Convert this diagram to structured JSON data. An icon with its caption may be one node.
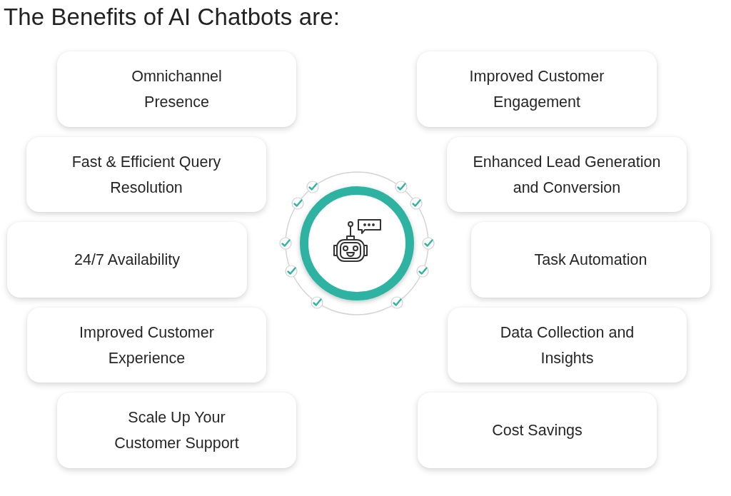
{
  "diagram": {
    "title": "The Benefits of AI Chatbots are:",
    "nodes": [
      {
        "text": [
          "Omnichannel Presence"
        ]
      },
      {
        "text": [
          "Improved Customer Engagement"
        ]
      },
      {
        "text": [
          "Fast & Efficient Query Resolution"
        ]
      },
      {
        "text": [
          "Enhanced Lead Generation and Conversion"
        ]
      },
      {
        "text": [
          "24/7 Availability"
        ]
      },
      {
        "text": [
          "Task Automation"
        ]
      },
      {
        "text": [
          "Improved Customer Experience"
        ]
      },
      {
        "text": [
          "Data Collection and Insights"
        ]
      },
      {
        "text": [
          "Scale Up Your Customer Support"
        ]
      },
      {
        "text": [
          "Cost Savings"
        ]
      }
    ]
  }
}
